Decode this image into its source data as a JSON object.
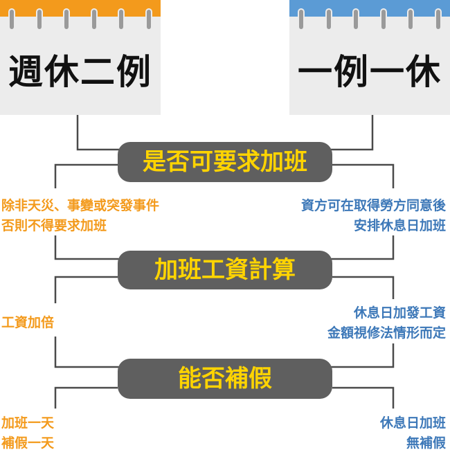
{
  "calendars": {
    "left": {
      "title": "週休二例"
    },
    "right": {
      "title": "一例一休"
    }
  },
  "sections": [
    {
      "label": "是否可要求加班",
      "left_lines": [
        "除非天災、事變或突發事件",
        "否則不得要求加班"
      ],
      "right_lines": [
        "資方可在取得勞方同意後",
        "安排休息日加班"
      ]
    },
    {
      "label": "加班工資計算",
      "left_lines": [
        "工資加倍"
      ],
      "right_lines": [
        "休息日加發工資",
        "金額視修法情形而定"
      ]
    },
    {
      "label": "能否補假",
      "left_lines": [
        "加班一天",
        "補假一天"
      ],
      "right_lines": [
        "休息日加班",
        "無補假"
      ]
    }
  ],
  "colors": {
    "left_accent": "#f39a1c",
    "right_accent": "#3d78b8",
    "pill_bg": "#5f5f5f",
    "pill_text": "#ffd400"
  }
}
